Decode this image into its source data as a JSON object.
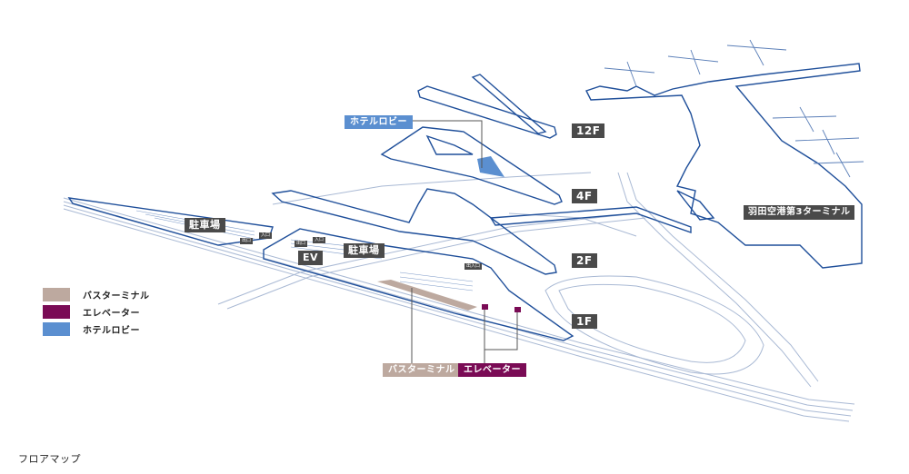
{
  "page": {
    "caption": "フロアマップ"
  },
  "colors": {
    "line_dark": "#1f4f9a",
    "line_light": "#a9b9d4",
    "bus_terminal": "#bda99f",
    "elevator": "#7a0b55",
    "hotel_lobby": "#5b8fd0",
    "label_bg": "#4a4a4a"
  },
  "legend": [
    {
      "key": "bus_terminal",
      "label": "バスターミナル"
    },
    {
      "key": "elevator",
      "label": "エレベーター"
    },
    {
      "key": "hotel_lobby",
      "label": "ホテルロビー"
    }
  ],
  "floors": {
    "f12": "12F",
    "f4": "4F",
    "f2": "2F",
    "f1": "1F"
  },
  "areas": {
    "parking_left": "駐車場",
    "parking_center": "駐車場",
    "ev": "EV",
    "terminal3": "羽田空港第3ターミナル"
  },
  "gates": {
    "exit_a": "出口",
    "entrance_a": "入口",
    "exit_b": "出口",
    "entrance_b": "入口",
    "entrance_exit": "出入口"
  },
  "callouts": {
    "hotel_lobby": "ホテルロビー",
    "bus_terminal": "バスターミナル",
    "elevator": "エレベーター"
  }
}
